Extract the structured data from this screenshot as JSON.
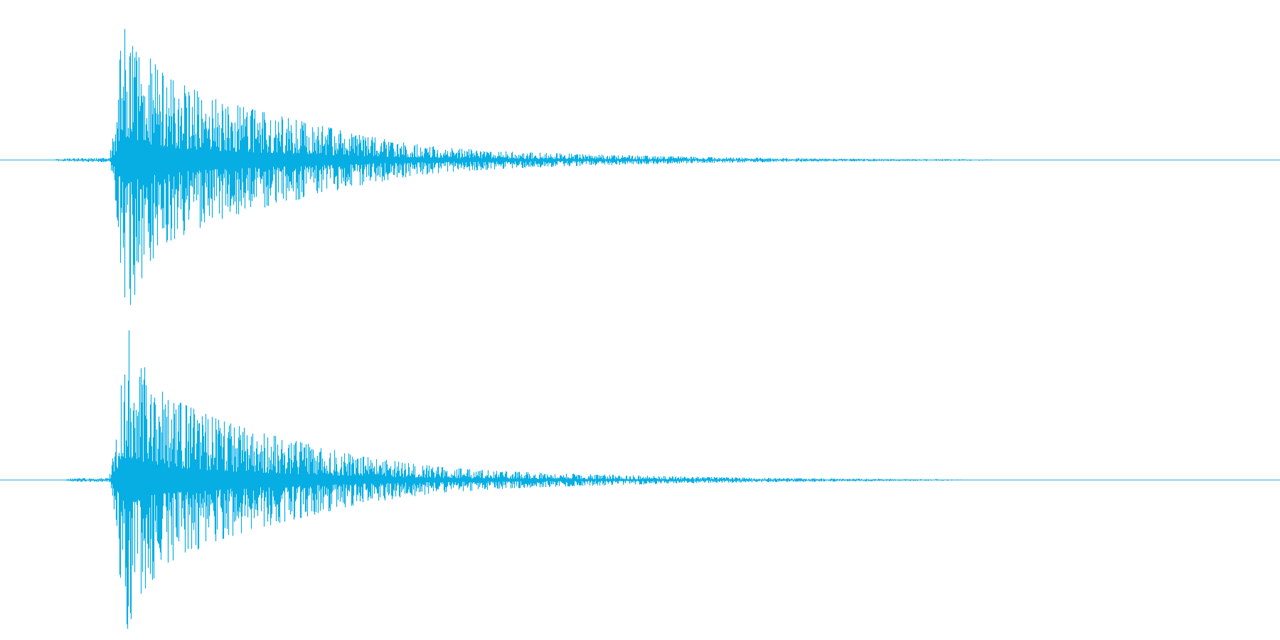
{
  "chart_data": {
    "type": "area",
    "title": "",
    "xlabel": "",
    "ylabel": "",
    "xlim": [
      0,
      1
    ],
    "ylim": [
      -1,
      1
    ],
    "grid": false,
    "color": "#06aee4",
    "series": [
      {
        "name": "channel-left",
        "seed": 7,
        "peak": 0.98,
        "envelope": [
          [
            0,
            0
          ],
          [
            0.04,
            0
          ],
          [
            0.047,
            0.01
          ],
          [
            0.085,
            0.015
          ],
          [
            0.089,
            0.2
          ],
          [
            0.095,
            0.85
          ],
          [
            0.1,
            1.0
          ],
          [
            0.115,
            0.7
          ],
          [
            0.13,
            0.55
          ],
          [
            0.17,
            0.4
          ],
          [
            0.2,
            0.33
          ],
          [
            0.245,
            0.24
          ],
          [
            0.28,
            0.17
          ],
          [
            0.32,
            0.11
          ],
          [
            0.35,
            0.08
          ],
          [
            0.4,
            0.055
          ],
          [
            0.45,
            0.04
          ],
          [
            0.5,
            0.03
          ],
          [
            0.55,
            0.02
          ],
          [
            0.6,
            0.014
          ],
          [
            0.65,
            0.01
          ],
          [
            0.7,
            0.007
          ],
          [
            0.76,
            0.005
          ],
          [
            0.8,
            0
          ],
          [
            1,
            0
          ]
        ]
      },
      {
        "name": "channel-right",
        "seed": 13,
        "peak": 0.99,
        "envelope": [
          [
            0,
            0
          ],
          [
            0.05,
            0
          ],
          [
            0.055,
            0.01
          ],
          [
            0.085,
            0.015
          ],
          [
            0.089,
            0.2
          ],
          [
            0.095,
            0.85
          ],
          [
            0.1,
            1.0
          ],
          [
            0.115,
            0.7
          ],
          [
            0.13,
            0.55
          ],
          [
            0.17,
            0.4
          ],
          [
            0.2,
            0.32
          ],
          [
            0.245,
            0.23
          ],
          [
            0.28,
            0.16
          ],
          [
            0.32,
            0.11
          ],
          [
            0.35,
            0.08
          ],
          [
            0.4,
            0.055
          ],
          [
            0.45,
            0.04
          ],
          [
            0.5,
            0.03
          ],
          [
            0.55,
            0.02
          ],
          [
            0.6,
            0.014
          ],
          [
            0.65,
            0.01
          ],
          [
            0.7,
            0.007
          ],
          [
            0.74,
            0.005
          ],
          [
            0.77,
            0
          ],
          [
            1,
            0
          ]
        ]
      }
    ]
  }
}
